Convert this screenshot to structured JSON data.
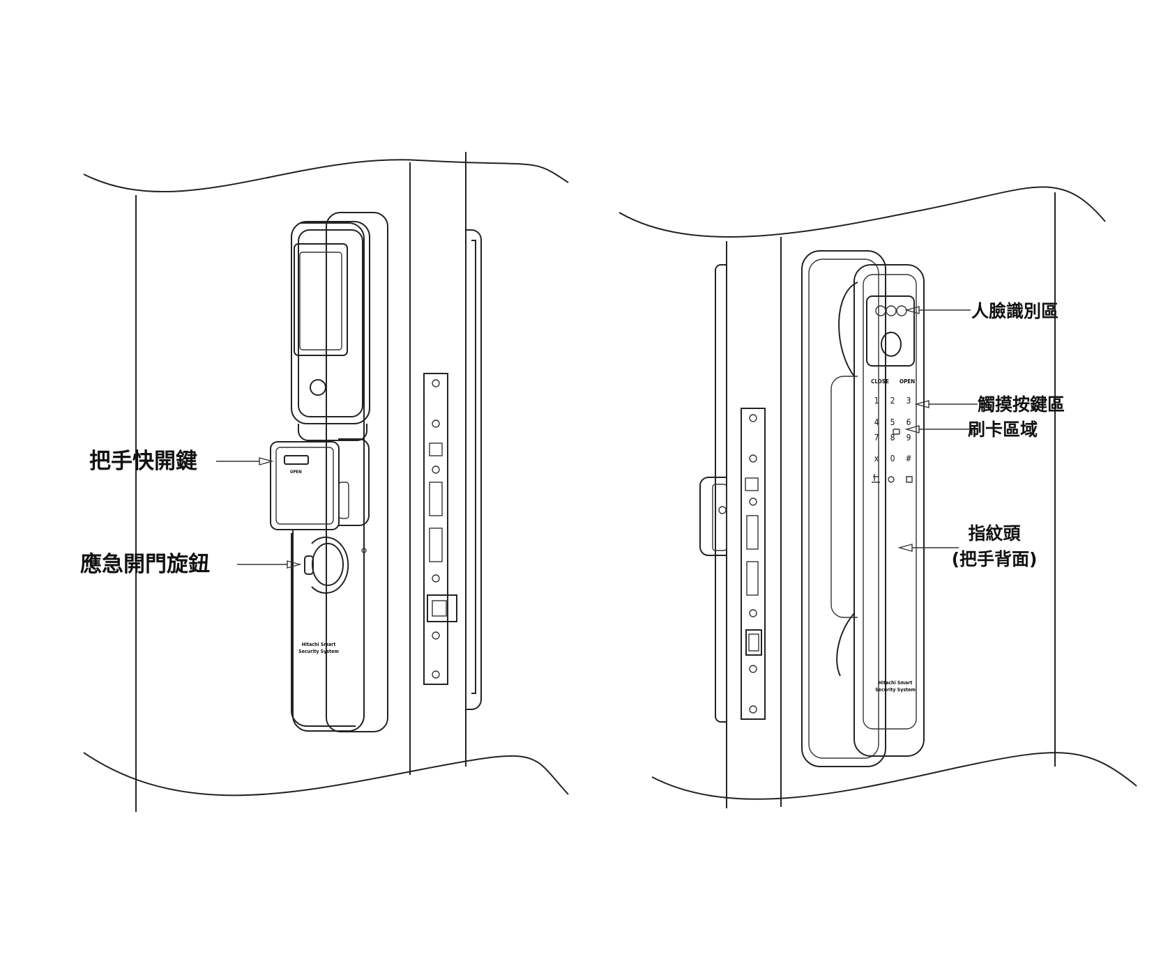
{
  "callouts": {
    "quick_open_key": "把手快開鍵",
    "emergency_knob": "應急開門旋鈕",
    "face_recognition": "人臉識別區",
    "touch_keypad": "觸摸按鍵區",
    "card_area": "刷卡區域",
    "fingerprint_line1": "指紋頭",
    "fingerprint_line2": "(把手背面)"
  },
  "device_left": {
    "open_label": "OPEN",
    "brand_line1": "Hitachi Smart",
    "brand_line2": "Security System"
  },
  "device_right": {
    "close_label": "CLOSE",
    "open_label": "OPEN",
    "keys": [
      "1",
      "2",
      "3",
      "4",
      "5",
      "6",
      "7",
      "8",
      "9",
      "x",
      "0",
      "#"
    ],
    "brand_line1": "Hitachi Smart",
    "brand_line2": "Security System"
  }
}
